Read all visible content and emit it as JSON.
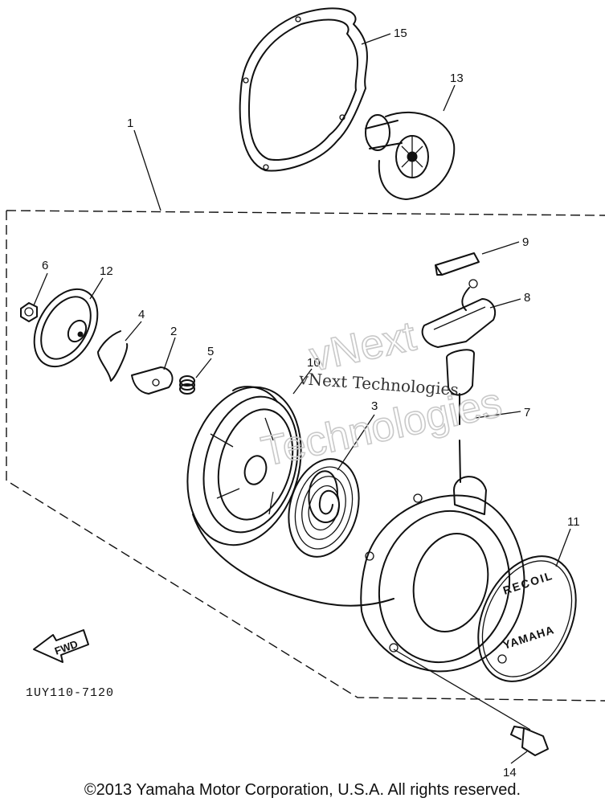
{
  "callouts": {
    "c1": "1",
    "c2": "2",
    "c3": "3",
    "c4": "4",
    "c5": "5",
    "c6": "6",
    "c7": "7",
    "c8": "8",
    "c9": "9",
    "c10": "10",
    "c11": "11",
    "c12": "12",
    "c13": "13",
    "c14": "14",
    "c15": "15"
  },
  "fwd_label": "FWD",
  "cap_text_top": "RECOIL",
  "cap_text_bottom": "YAMAHA",
  "watermark": {
    "line1": "vNext",
    "line2": "Technologies",
    "small": "vNext Technologies"
  },
  "reference_code": "1UY110-7120",
  "copyright": "©2013 Yamaha Motor Corporation, U.S.A. All rights reserved."
}
